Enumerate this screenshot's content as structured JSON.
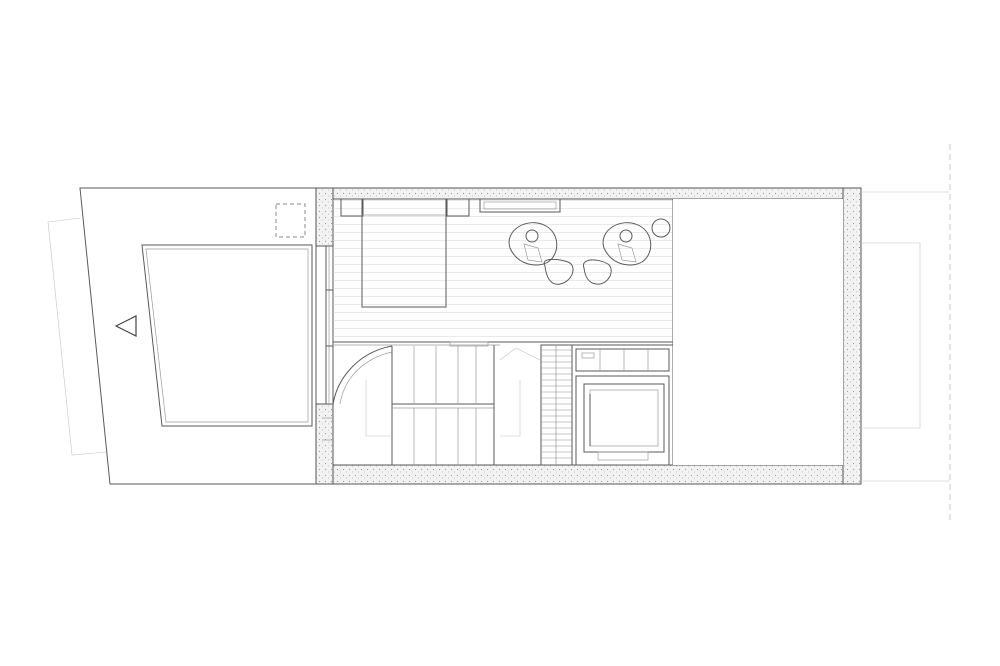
{
  "drawing": {
    "kind": "architectural-floor-plan",
    "line_color": "#5a5a5a",
    "background": "#ffffff",
    "rooms": [
      "roof-terrace",
      "bedroom",
      "lounge",
      "stair-hall",
      "storage-closet",
      "bathroom",
      "void"
    ],
    "furniture": [
      "double-bed",
      "armchair",
      "armchair",
      "side-table",
      "bathtub",
      "shelving"
    ],
    "symbols": [
      "north-arrow-icon",
      "skylight-dashed"
    ]
  }
}
